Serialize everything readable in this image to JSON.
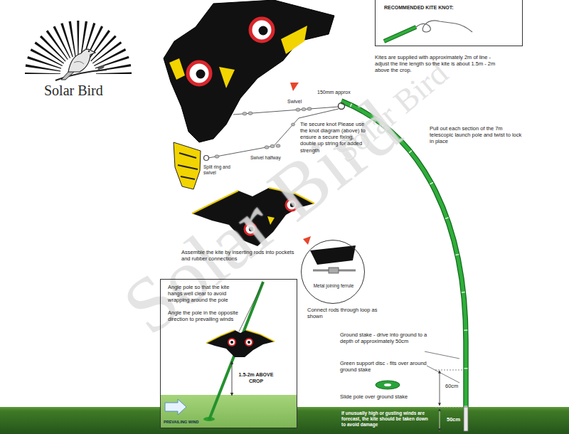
{
  "diagram": {
    "nodes": [
      {
        "text": [
          "RECOMMENDED KITE KNOT:"
        ]
      },
      {
        "text": [
          "Metal joining ferrule"
        ]
      },
      {
        "text": [
          "Angle pole so that the kite hangs well clear to avoid wrapping around the pole",
          "Angle the pole in the opposite direction to prevailing winds",
          "1.5-2m ABOVE CROP",
          "PREVAILING WIND"
        ]
      },
      {
        "text": [
          "If unusually high or gusting winds are forecast, the kite should be taken down to avoid damage",
          "50cm"
        ]
      }
    ],
    "labels": [
      "Solar Bird",
      "Kites are supplied with approximately 2m of line - adjust the line length so the kite is about 1.5m - 2m above the crop.",
      "150mm approx",
      "Swivel",
      "Tie secure knot Please use the knot diagram (above) to ensure a secure fixing, double up string for added strength",
      "Pull out each section of the 7m telescopic launch pole and twist to lock in place",
      "Split ring and swivel",
      "Swivel halfway",
      "Assemble the kite by inserting rods into pockets and rubber connections",
      "Connect rods through loop as shown",
      "Ground stake - drive into ground to a depth of approximately 50cm",
      "Green support disc - fits over around ground stake",
      "Slide pole over ground stake",
      "60cm",
      "Solar Bird",
      "Solar Bird"
    ]
  }
}
